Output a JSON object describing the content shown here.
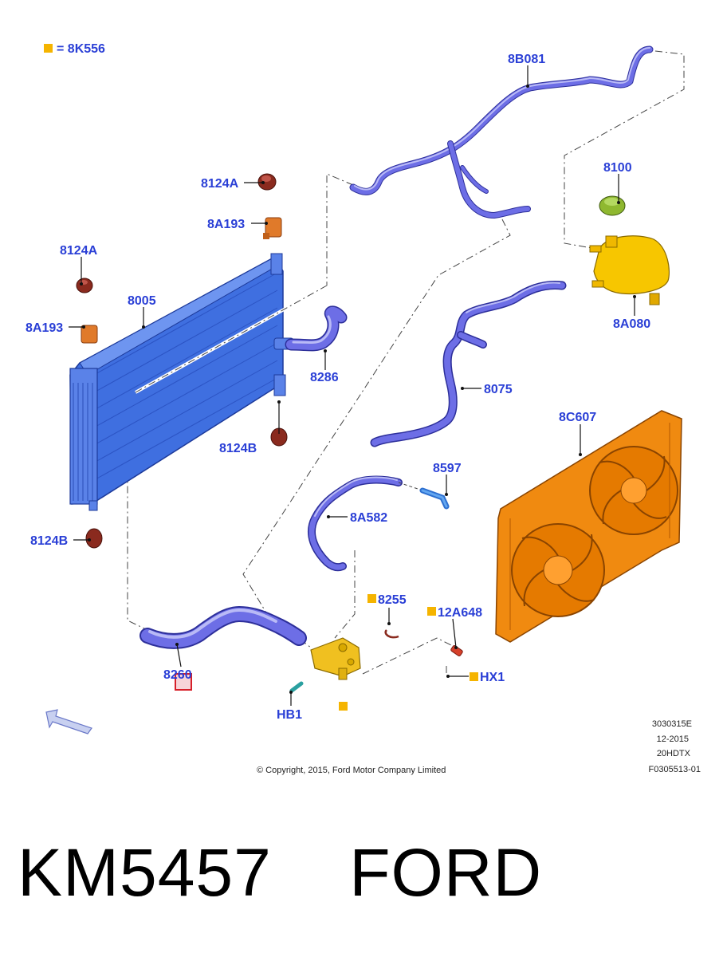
{
  "legend": {
    "symbol_meaning": "= 8K556",
    "symbol_color": "#f5b400"
  },
  "labels": {
    "p8B081": "8B081",
    "p8100": "8100",
    "p8A080": "8A080",
    "p8124A_top": "8124A",
    "p8A193_top": "8A193",
    "p8124A_left": "8124A",
    "p8005": "8005",
    "p8A193_left": "8A193",
    "p8286": "8286",
    "p8124B_right": "8124B",
    "p8075": "8075",
    "p8C607": "8C607",
    "p8597": "8597",
    "p8A582": "8A582",
    "p8124B_left": "8124B",
    "p8255": "8255",
    "p12A648": "12A648",
    "pHX1": "HX1",
    "p8260": "8260",
    "pHB1": "HB1"
  },
  "meta": {
    "line1": "3030315E",
    "line2": "12-2015",
    "line3": "20HDTX",
    "line4": "F0305513-01"
  },
  "copyright": "© Copyright, 2015, Ford Motor Company Limited",
  "footer_code": "KM5457    FORD",
  "colors": {
    "label_blue": "#2a3fd6",
    "hose_purple": "#6d6ee6",
    "radiator_blue": "#3f6fe0",
    "fan_orange": "#f08a10",
    "tank_yellow": "#f7c600",
    "cap_green": "#8fb830",
    "mount_brown": "#8a2a1e",
    "bracket_orange": "#e07a2a",
    "highlight_red": "#d6202a"
  },
  "icons": [
    "direction-arrow-icon"
  ]
}
